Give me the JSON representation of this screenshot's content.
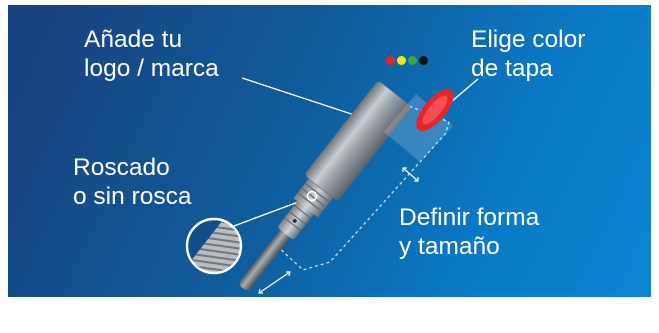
{
  "labels": {
    "logo": [
      "Añade tu",
      "logo / marca"
    ],
    "color": [
      "Elige color",
      "de tapa"
    ],
    "thread": [
      "Roscado",
      "o sin rosca"
    ],
    "shape": [
      "Definir forma",
      "y tamaño"
    ]
  },
  "color_dots": [
    {
      "name": "red",
      "color": "#e8232a"
    },
    {
      "name": "yellow",
      "color": "#f4e21a"
    },
    {
      "name": "green",
      "color": "#3aa935"
    },
    {
      "name": "black",
      "color": "#111111"
    }
  ],
  "colors": {
    "background_start": "#1a3f7c",
    "background_end": "#0b86d3",
    "cap": "#e8232a",
    "text": "#ffffff"
  }
}
